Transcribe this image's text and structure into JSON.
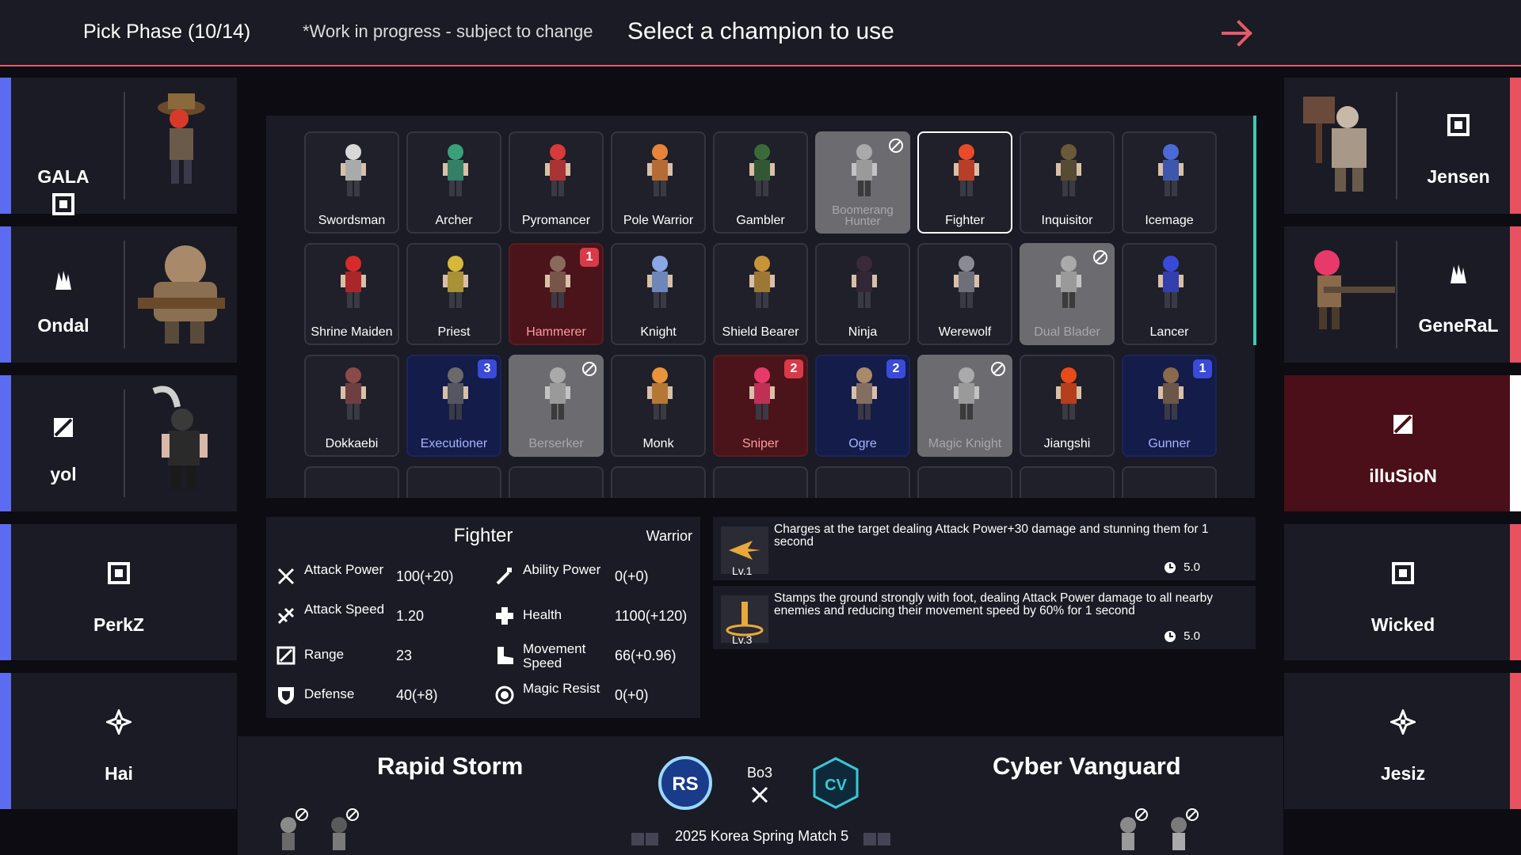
{
  "header": {
    "phase": "Pick Phase (10/14)",
    "wip_note": "*Work in progress - subject to change",
    "instruction": "Select a champion to use"
  },
  "colors": {
    "blue_team": "#5b6cf0",
    "red_team": "#e8515f",
    "accent_line": "#e65a6a",
    "panel": "#1a1b24",
    "active_pick": "#4a0f18"
  },
  "left_team": {
    "players": [
      {
        "name": "GALA",
        "role_icon": "square-role-icon"
      },
      {
        "name": "Ondal",
        "role_icon": "claw-role-icon"
      },
      {
        "name": "yol",
        "role_icon": "slash-role-icon"
      },
      {
        "name": "PerkZ",
        "role_icon": "square-role-icon"
      },
      {
        "name": "Hai",
        "role_icon": "crosshair-role-icon"
      }
    ]
  },
  "right_team": {
    "players": [
      {
        "name": "Jensen",
        "role_icon": "square-role-icon"
      },
      {
        "name": "GeneRaL",
        "role_icon": "claw-role-icon"
      },
      {
        "name": "illuSioN",
        "role_icon": "slash-role-icon"
      },
      {
        "name": "Wicked",
        "role_icon": "square-role-icon"
      },
      {
        "name": "Jesiz",
        "role_icon": "crosshair-role-icon"
      }
    ]
  },
  "champions": [
    {
      "name": "Swordsman",
      "state": "normal",
      "color": "#d8d8d8"
    },
    {
      "name": "Archer",
      "state": "normal",
      "color": "#3aa07a"
    },
    {
      "name": "Pyromancer",
      "state": "normal",
      "color": "#d83a3a"
    },
    {
      "name": "Pole Warrior",
      "state": "normal",
      "color": "#e8843a"
    },
    {
      "name": "Gambler",
      "state": "normal",
      "color": "#3a6a3a"
    },
    {
      "name": "Boomerang Hunter",
      "state": "banned",
      "color": "#aaaaaa"
    },
    {
      "name": "Fighter",
      "state": "selected",
      "color": "#e84a2a"
    },
    {
      "name": "Inquisitor",
      "state": "normal",
      "color": "#6a5a3a"
    },
    {
      "name": "Icemage",
      "state": "normal",
      "color": "#4a6ad8"
    },
    {
      "name": "Shrine Maiden",
      "state": "normal",
      "color": "#d82a2a"
    },
    {
      "name": "Priest",
      "state": "normal",
      "color": "#d8b83a"
    },
    {
      "name": "Hammerer",
      "state": "red",
      "badge": "1",
      "color": "#8a6a5a"
    },
    {
      "name": "Knight",
      "state": "normal",
      "color": "#8aa8e8"
    },
    {
      "name": "Shield Bearer",
      "state": "normal",
      "color": "#c8943a"
    },
    {
      "name": "Ninja",
      "state": "normal",
      "color": "#3a2a3a"
    },
    {
      "name": "Werewolf",
      "state": "normal",
      "color": "#8a8a94"
    },
    {
      "name": "Dual Blader",
      "state": "banned",
      "color": "#aaaaaa"
    },
    {
      "name": "Lancer",
      "state": "normal",
      "color": "#3a4ad8"
    },
    {
      "name": "Dokkaebi",
      "state": "normal",
      "color": "#8a4a4a"
    },
    {
      "name": "Executioner",
      "state": "blue",
      "badge": "3",
      "color": "#6a6a6a"
    },
    {
      "name": "Berserker",
      "state": "banned",
      "color": "#aaaaaa"
    },
    {
      "name": "Monk",
      "state": "normal",
      "color": "#e8943a"
    },
    {
      "name": "Sniper",
      "state": "red",
      "badge": "2",
      "color": "#e83a6a"
    },
    {
      "name": "Ogre",
      "state": "blue",
      "badge": "2",
      "color": "#a88a6a"
    },
    {
      "name": "Magic Knight",
      "state": "banned",
      "color": "#aaaaaa"
    },
    {
      "name": "Jiangshi",
      "state": "normal",
      "color": "#e84a1a"
    },
    {
      "name": "Gunner",
      "state": "blue",
      "badge": "1",
      "color": "#8a6a4a"
    }
  ],
  "selected_champion": {
    "name": "Fighter",
    "class": "Warrior",
    "stats": [
      {
        "label": "Attack Power",
        "value": "100(+20)",
        "icon": "sword-icon"
      },
      {
        "label": "Ability Power",
        "value": "0(+0)",
        "icon": "wand-icon"
      },
      {
        "label": "Attack Speed",
        "value": "1.20",
        "icon": "double-sword-icon"
      },
      {
        "label": "Health",
        "value": "1100(+120)",
        "icon": "cross-icon"
      },
      {
        "label": "Range",
        "value": "23",
        "icon": "range-icon"
      },
      {
        "label": "Movement Speed",
        "value": "66(+0.96)",
        "icon": "boot-icon"
      },
      {
        "label": "Defense",
        "value": "40(+8)",
        "icon": "shield-icon"
      },
      {
        "label": "Magic Resist",
        "value": "0(+0)",
        "icon": "magic-shield-icon"
      }
    ],
    "skills": [
      {
        "level": "Lv.1",
        "description": "Charges at the target dealing Attack Power+30 damage and stunning them for 1 second",
        "cooldown": "5.0"
      },
      {
        "level": "Lv.3",
        "description": "Stamps the ground strongly with foot, dealing Attack Power damage to all nearby enemies and reducing their movement speed by 60% for 1 second",
        "cooldown": "5.0"
      }
    ]
  },
  "match": {
    "left_team_name": "Rapid Storm",
    "right_team_name": "Cyber Vanguard",
    "format": "Bo3",
    "event": "2025 Korea Spring Match 5"
  }
}
